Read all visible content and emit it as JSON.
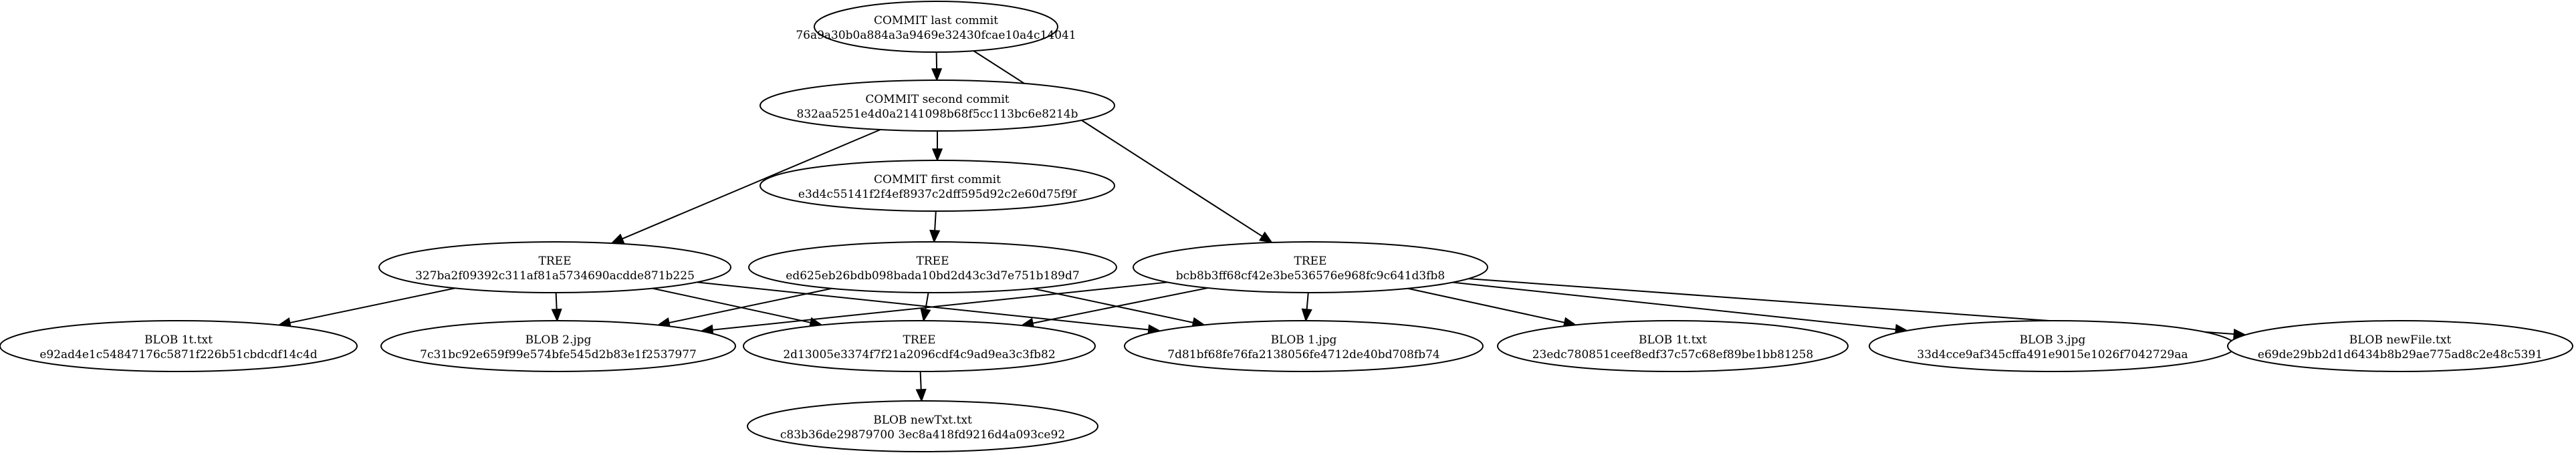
{
  "nodes": [
    {
      "id": "c_last",
      "line1": "COMMIT last commit",
      "line2": "76a9a30b0a884a3a9469e32430fcae10a4c14041"
    },
    {
      "id": "c_second",
      "line1": "COMMIT second commit",
      "line2": "832aa5251e4d0a2141098b68f5cc113bc6e8214b"
    },
    {
      "id": "c_first",
      "line1": "COMMIT first commit",
      "line2": "e3d4c55141f2f4ef8937c2dff595d92c2e60d75f9f"
    },
    {
      "id": "t_327",
      "line1": "TREE",
      "line2": "327ba2f09392c311af81a5734690acdde871b225"
    },
    {
      "id": "t_ed6",
      "line1": "TREE",
      "line2": "ed625eb26bdb098bada10bd2d43c3d7e751b189d7"
    },
    {
      "id": "t_bcb",
      "line1": "TREE",
      "line2": "bcb8b3ff68cf42e3be536576e968fc9c641d3fb8"
    },
    {
      "id": "t_2d1",
      "line1": "TREE",
      "line2": "2d13005e3374f7f21a2096cdf4c9ad9ea3c3fb82"
    },
    {
      "id": "b_1txt_a",
      "line1": "BLOB 1t.txt",
      "line2": "e92ad4e1c54847176c5871f226b51cbdcdf14c4d"
    },
    {
      "id": "b_2jpg",
      "line1": "BLOB 2.jpg",
      "line2": "7c31bc92e659f99e574bfe545d2b83e1f2537977"
    },
    {
      "id": "b_1jpg",
      "line1": "BLOB 1.jpg",
      "line2": "7d81bf68fe76fa2138056fe4712de40bd708fb74"
    },
    {
      "id": "b_1txt_b",
      "line1": "BLOB 1t.txt",
      "line2": "23edc780851ceef8edf37c57c68ef89be1bb81258"
    },
    {
      "id": "b_3jpg",
      "line1": "BLOB 3.jpg",
      "line2": "33d4cce9af345cffa491e9015e1026f7042729aa"
    },
    {
      "id": "b_newfile",
      "line1": "BLOB newFile.txt",
      "line2": "e69de29bb2d1d6434b8b29ae775ad8c2e48c5391"
    },
    {
      "id": "b_newtxt",
      "line1": "BLOB newTxt.txt",
      "line2": "c83b36de29879700 3ec8a418fd9216d4a093ce92"
    }
  ],
  "edges": [
    {
      "from": "c_last",
      "to": "c_second"
    },
    {
      "from": "c_last",
      "to": "t_bcb"
    },
    {
      "from": "c_second",
      "to": "c_first"
    },
    {
      "from": "c_second",
      "to": "t_327"
    },
    {
      "from": "c_first",
      "to": "t_ed6"
    },
    {
      "from": "t_327",
      "to": "b_1txt_a"
    },
    {
      "from": "t_327",
      "to": "b_2jpg"
    },
    {
      "from": "t_327",
      "to": "t_2d1"
    },
    {
      "from": "t_327",
      "to": "b_1jpg"
    },
    {
      "from": "t_ed6",
      "to": "b_2jpg"
    },
    {
      "from": "t_ed6",
      "to": "t_2d1"
    },
    {
      "from": "t_ed6",
      "to": "b_1jpg"
    },
    {
      "from": "t_bcb",
      "to": "b_2jpg"
    },
    {
      "from": "t_bcb",
      "to": "t_2d1"
    },
    {
      "from": "t_bcb",
      "to": "b_1jpg"
    },
    {
      "from": "t_bcb",
      "to": "b_1txt_b"
    },
    {
      "from": "t_bcb",
      "to": "b_3jpg"
    },
    {
      "from": "t_bcb",
      "to": "b_newfile"
    },
    {
      "from": "t_2d1",
      "to": "b_newtxt"
    }
  ]
}
